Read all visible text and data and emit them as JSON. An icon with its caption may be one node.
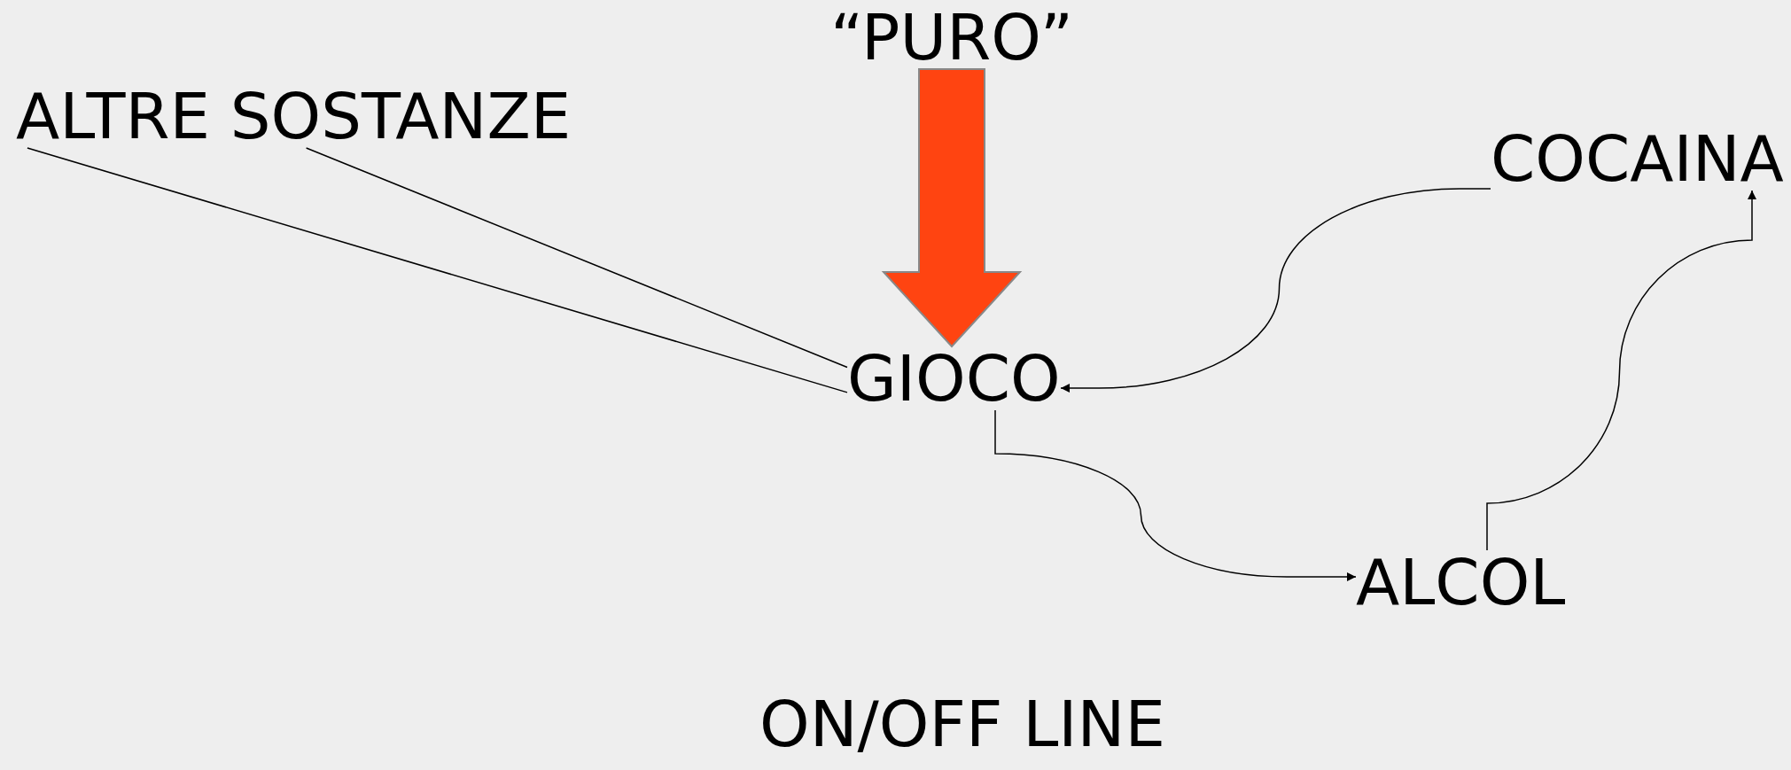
{
  "diagram": {
    "nodes": [
      {
        "text": [
          "“PURO”"
        ]
      },
      {
        "text": [
          "ALTRE SOSTANZE"
        ]
      },
      {
        "text": [
          "COCAINA"
        ]
      },
      {
        "text": [
          "GIOCO"
        ]
      },
      {
        "text": [
          "ALCOL"
        ]
      },
      {
        "text": [
          "ON/OFF LINE"
        ]
      }
    ],
    "edges": [
      {
        "from": 0,
        "to": 3,
        "arrow": "to",
        "style": "thick",
        "color": "#ff4411"
      },
      {
        "from": 1,
        "to": 3,
        "arrow": "none"
      },
      {
        "from": 1,
        "to": 3,
        "arrow": "none"
      },
      {
        "from": 2,
        "to": 3,
        "arrow": "to"
      },
      {
        "from": 3,
        "to": 4,
        "arrow": "to"
      },
      {
        "from": 4,
        "to": 2,
        "arrow": "to"
      }
    ]
  }
}
